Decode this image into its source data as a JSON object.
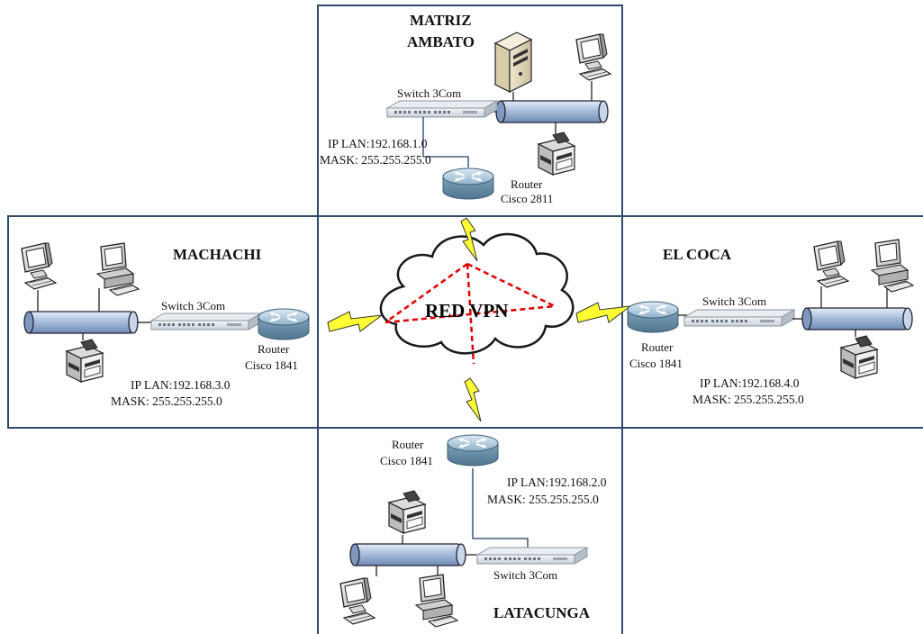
{
  "cloud": {
    "label": "RED VPN"
  },
  "sites": {
    "ambato": {
      "name_line1": "MATRIZ",
      "name_line2": "AMBATO",
      "switch": "Switch 3Com",
      "router_line1": "Router",
      "router_line2": "Cisco 2811",
      "ip": "IP LAN:192.168.1.0",
      "mask": "MASK: 255.255.255.0"
    },
    "machachi": {
      "name": "MACHACHI",
      "switch": "Switch 3Com",
      "router_line1": "Router",
      "router_line2": "Cisco 1841",
      "ip": "IP LAN:192.168.3.0",
      "mask": "MASK: 255.255.255.0"
    },
    "coca": {
      "name": "EL COCA",
      "switch": "Switch 3Com",
      "router_line1": "Router",
      "router_line2": "Cisco 1841",
      "ip": "IP LAN:192.168.4.0",
      "mask": "MASK: 255.255.255.0"
    },
    "latacunga": {
      "name": "LATACUNGA",
      "switch": "Switch 3Com",
      "router_line1": "Router",
      "router_line2": "Cisco 1841",
      "ip": "IP LAN:192.168.2.0",
      "mask": "MASK: 255.255.255.0"
    }
  },
  "colors": {
    "frame": "#2f4a6e",
    "vpn_link": "#e00000",
    "lightning": "#ffff33",
    "backbone": "#a9bedc"
  },
  "icons": [
    "server-icon",
    "desktop-computer-icon",
    "laser-printer-icon",
    "network-switch-icon",
    "router-icon",
    "wan-lightning-icon",
    "cloud-icon",
    "lan-backbone-icon"
  ]
}
